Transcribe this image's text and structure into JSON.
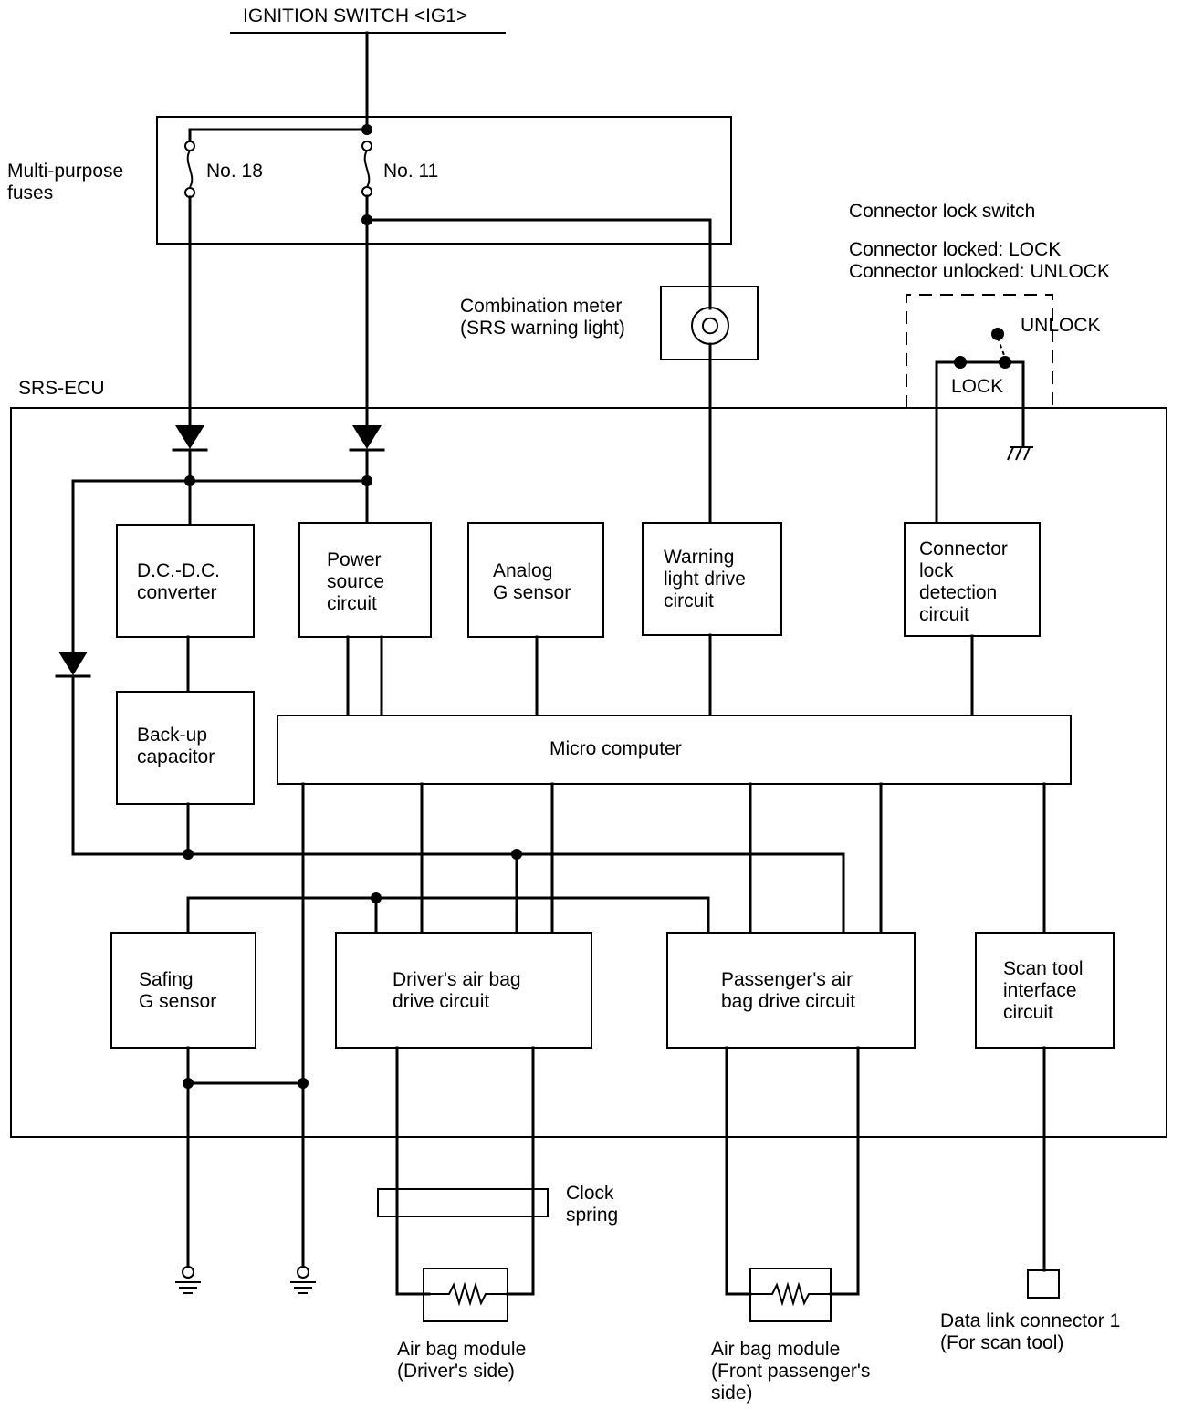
{
  "ignition_switch": "IGNITION SWITCH <IG1>",
  "fuses": {
    "label": [
      "Multi-purpose",
      "fuses"
    ],
    "fuse_18": "No. 18",
    "fuse_11": "No. 11"
  },
  "combination_meter": [
    "Combination meter",
    "(SRS warning light)"
  ],
  "connector_lock_switch": {
    "title": "Connector lock switch",
    "locked": "Connector locked: LOCK",
    "unlocked": "Connector unlocked: UNLOCK",
    "unlock_label": "UNLOCK",
    "lock_label": "LOCK"
  },
  "srs_ecu": "SRS-ECU",
  "blocks": {
    "dcdc": [
      "D.C.-D.C.",
      "converter"
    ],
    "power_source": [
      "Power",
      "source",
      "circuit"
    ],
    "analog_g": [
      "Analog",
      "G sensor"
    ],
    "warning_drive": [
      "Warning",
      "light  drive",
      "circuit"
    ],
    "connector_lock_detect": [
      "Connector",
      "lock",
      "detection",
      "circuit"
    ],
    "backup_cap": [
      "Back-up",
      "capacitor"
    ],
    "micro": "Micro computer",
    "safing_g": [
      "Safing",
      "G sensor"
    ],
    "driver_drive": [
      "Driver's air bag",
      "drive circuit"
    ],
    "passenger_drive": [
      "Passenger's air",
      "bag drive circuit"
    ],
    "scan_tool": [
      "Scan tool",
      "interface",
      "circuit"
    ]
  },
  "clock_spring": [
    "Clock",
    "spring"
  ],
  "airbag_driver": [
    "Air bag module",
    "(Driver's side)"
  ],
  "airbag_passenger": [
    "Air bag module",
    "(Front passenger's",
    "side)"
  ],
  "data_link": [
    "Data link connector 1",
    "(For scan tool)"
  ]
}
